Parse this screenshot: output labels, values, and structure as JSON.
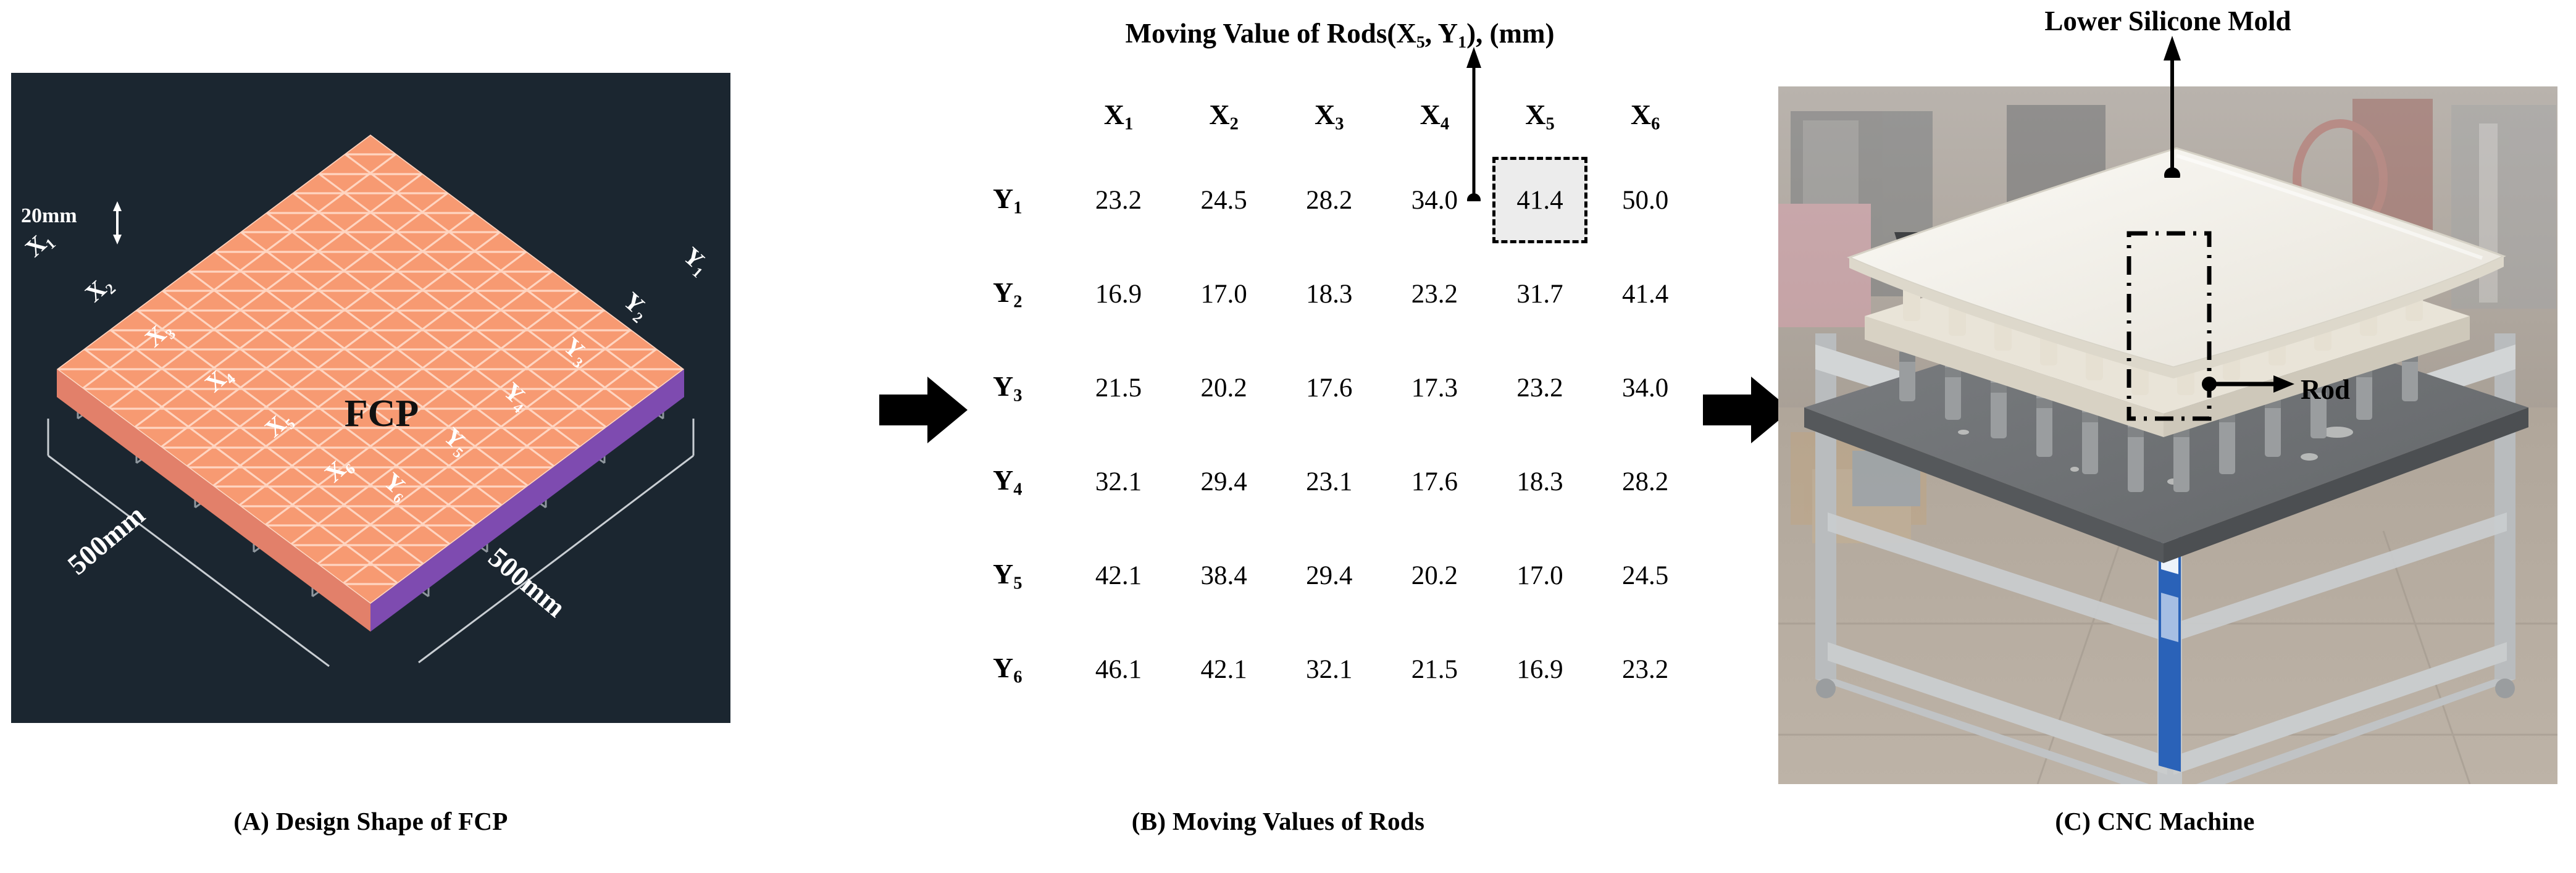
{
  "figure": {
    "panels": [
      {
        "id": "A",
        "caption": "(A) Design Shape of FCP"
      },
      {
        "id": "B",
        "caption": "(B) Moving Values of Rods"
      },
      {
        "id": "C",
        "caption": "(C) CNC Machine"
      }
    ],
    "flow_arrow_icon": "right-block-arrow"
  },
  "panel_a": {
    "plate_label": "FCP",
    "thickness_label": "20mm",
    "dimension_left": "500mm",
    "dimension_right": "500mm",
    "x_axis_labels": [
      "X₁",
      "X₂",
      "X₃",
      "X₄",
      "X₅",
      "X₆"
    ],
    "y_axis_labels": [
      "Y₁",
      "Y₂",
      "Y₃",
      "Y₄",
      "Y₅",
      "Y₆"
    ],
    "colors": {
      "background": "#1b2630",
      "plate_top": "#F79A72",
      "plate_mesh": "#ffd9c6",
      "plate_edge_left": "#E2806A",
      "plate_edge_right": "#7E4BB0",
      "dimension_line": "#c9ced3",
      "label_text": "#ffffff"
    }
  },
  "chart_data": {
    "type": "table",
    "title": "Moving Value of Rods(X₅, Y₁), (mm)",
    "title_plain": "Moving Value of Rods(X5, Y1), (mm)",
    "units": "mm",
    "columns": [
      "X₁",
      "X₂",
      "X₃",
      "X₄",
      "X₅",
      "X₆"
    ],
    "rows": [
      "Y₁",
      "Y₂",
      "Y₃",
      "Y₄",
      "Y₅",
      "Y₆"
    ],
    "values": [
      [
        23.2,
        24.5,
        28.2,
        34.0,
        41.4,
        50.0
      ],
      [
        16.9,
        17.0,
        18.3,
        23.2,
        31.7,
        41.4
      ],
      [
        21.5,
        20.2,
        17.6,
        17.3,
        23.2,
        34.0
      ],
      [
        32.1,
        29.4,
        23.1,
        17.6,
        18.3,
        28.2
      ],
      [
        42.1,
        38.4,
        29.4,
        20.2,
        17.0,
        24.5
      ],
      [
        46.1,
        42.1,
        32.1,
        21.5,
        16.9,
        23.2
      ]
    ],
    "cells": [
      [
        "23.2",
        "24.5",
        "28.2",
        "34.0",
        "41.4",
        "50.0"
      ],
      [
        "16.9",
        "17.0",
        "18.3",
        "23.2",
        "31.7",
        "41.4"
      ],
      [
        "21.5",
        "20.2",
        "17.6",
        "17.3",
        "23.2",
        "34.0"
      ],
      [
        "32.1",
        "29.4",
        "23.1",
        "17.6",
        "18.3",
        "28.2"
      ],
      [
        "42.1",
        "38.4",
        "29.4",
        "20.2",
        "17.0",
        "24.5"
      ],
      [
        "46.1",
        "42.1",
        "32.1",
        "21.5",
        "16.9",
        "23.2"
      ]
    ],
    "highlighted_cell": {
      "row": "Y₁",
      "column": "X₅",
      "value": "41.4",
      "fill": "#ececec",
      "border": "dashed-black"
    },
    "annotation": "Arrow from title points to the highlighted cell (X₅, Y₁) = 41.4"
  },
  "panel_c": {
    "label_mold": "Lower Silicone Mold",
    "label_rod": "Rod",
    "mold_arrow_icon": "up-arrow-with-dot",
    "rod_arrow_icon": "right-arrow-with-dot",
    "rod_callout_icon": "dash-dot-rectangle",
    "colors": {
      "mold": "#f2efe8",
      "table_top": "#6f7275",
      "frame": "#b9bcbe",
      "floor": "#b3a99c",
      "rod": "#9a9d9f",
      "rod_cap": "#4a4c4e"
    }
  }
}
